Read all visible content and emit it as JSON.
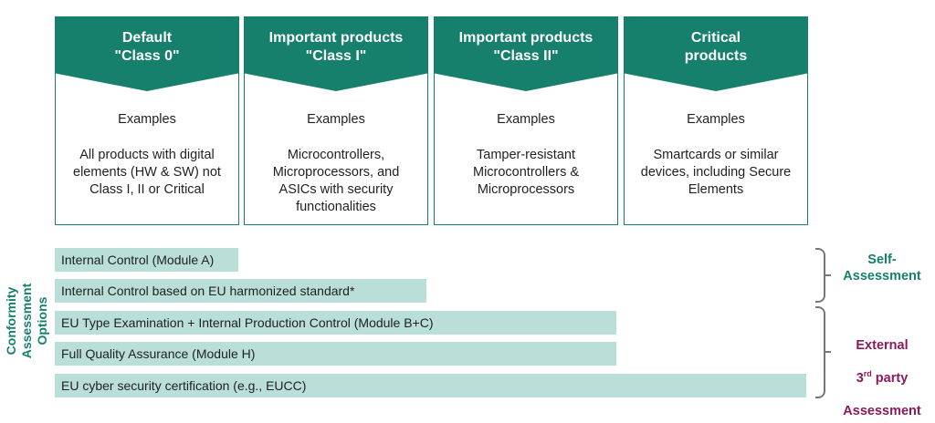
{
  "cards": [
    {
      "title_line1": "Default",
      "title_line2": "\"Class 0\"",
      "sub": "Examples",
      "desc": "All products with digital\nelements (HW & SW) not\nClass I, II or Critical"
    },
    {
      "title_line1": "Important products",
      "title_line2": "\"Class I\"",
      "sub": "Examples",
      "desc": "Microcontrollers,\nMicroprocessors, and\nASICs with security\nfunctionalities"
    },
    {
      "title_line1": "Important products",
      "title_line2": "\"Class II\"",
      "sub": "Examples",
      "desc": "Tamper-resistant\nMicrocontrollers &\nMicroprocessors"
    },
    {
      "title_line1": "Critical",
      "title_line2": "products",
      "sub": "Examples",
      "desc": "Smartcards or similar\ndevices, including Secure\nElements"
    }
  ],
  "side_label": "Conformity Assessment\nOptions",
  "options": [
    {
      "label": "Internal Control (Module A)",
      "span": 1
    },
    {
      "label": "Internal Control based on EU harmonized standard*",
      "span": 2
    },
    {
      "label": "EU Type Examination + Internal Production Control (Module B+C)",
      "span": 3
    },
    {
      "label": "Full Quality Assurance (Module H)",
      "span": 3
    },
    {
      "label": "EU cyber security certification (e.g., EUCC)",
      "span": 4
    }
  ],
  "assessments": {
    "self": "Self-\nAssessment",
    "external_line1": "External",
    "external_num": "3",
    "external_sup": "rd",
    "external_party": " party",
    "external_line3": "Assessment"
  },
  "colors": {
    "teal": "#17806d",
    "bar": "#b9dfd8",
    "external": "#8a1a5c",
    "bracket": "#777777"
  }
}
